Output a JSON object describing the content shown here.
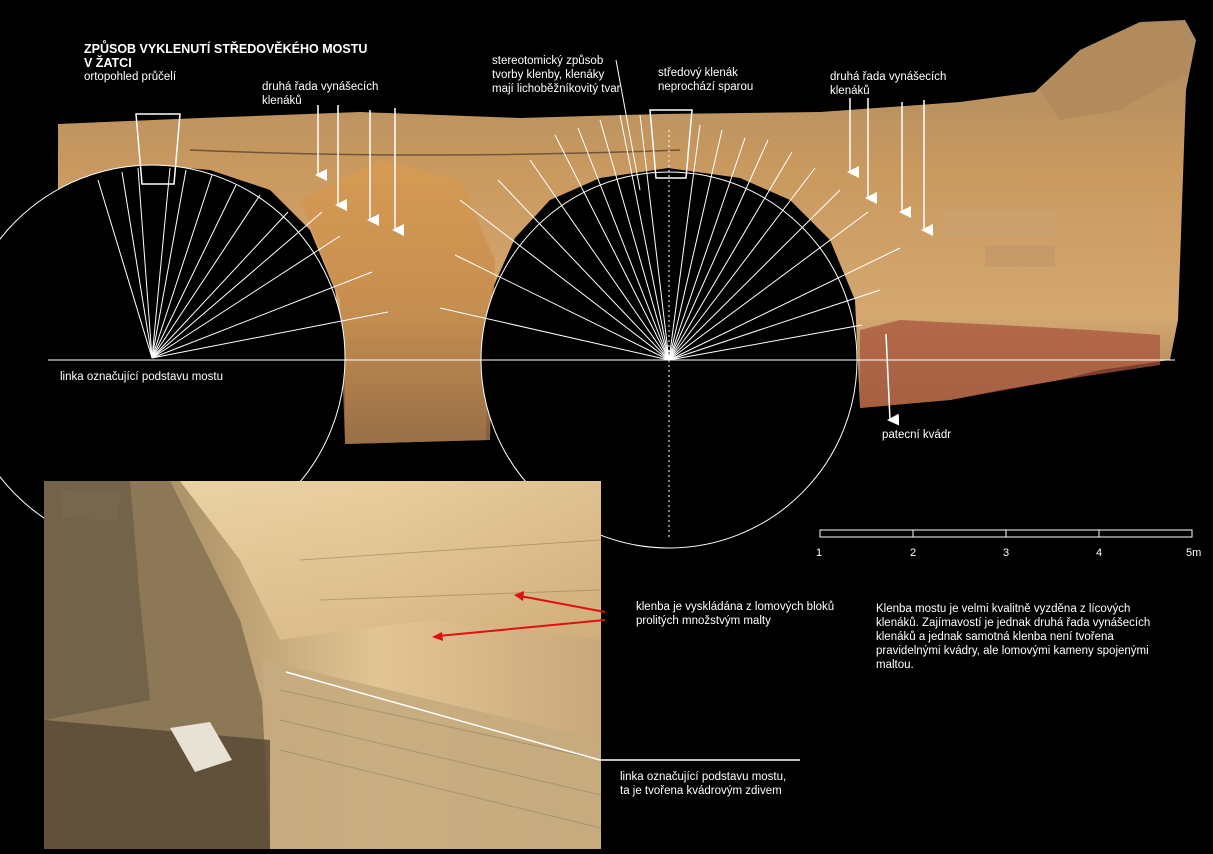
{
  "title": {
    "line1": "ZPŮSOB VYKLENUTÍ STŘEDOVĚKÉHO MOSTU",
    "line2": "V ŽATCI",
    "subtitle": "ortopohled průčelí"
  },
  "labels": {
    "second_row_left_1": "druhá řada vynášecích",
    "second_row_left_2": "klenáků",
    "stereo_1": "stereotomický způsob",
    "stereo_2": "tvorby klenby, klenáky",
    "stereo_3": "mají lichoběžníkovitý tvar",
    "center_1": "středový klenák",
    "center_2": "neprochází sparou",
    "second_row_right_1": "druhá řada vynášecích",
    "second_row_right_2": "klenáků",
    "base_line": "linka označující podstavu mostu",
    "heel_stone": "patecní kvádr"
  },
  "scale_bar": {
    "ticks": [
      "1",
      "2",
      "3",
      "4",
      "5m"
    ]
  },
  "photo_labels": {
    "rubble_1": "klenba je vyskládána z lomových bloků",
    "rubble_2": "prolitých množstvým malty",
    "base_1": "linka označující podstavu mostu,",
    "base_2": "ta je tvořena kvádrovým zdivem"
  },
  "description": "Klenba mostu je velmi kvalitně vyzděna z lícových klenáků. Zajímavostí je jednak druhá řada vynášecích klenáků a jednak samotná klenba není tvořena pravidelnými kvádry, ale lomovými kameny spojenými maltou.",
  "colors": {
    "background": "#000000",
    "stone": "#c59a62",
    "stone_light": "#e0bd86",
    "arrow_red": "#e01010",
    "line_white": "#ffffff"
  }
}
